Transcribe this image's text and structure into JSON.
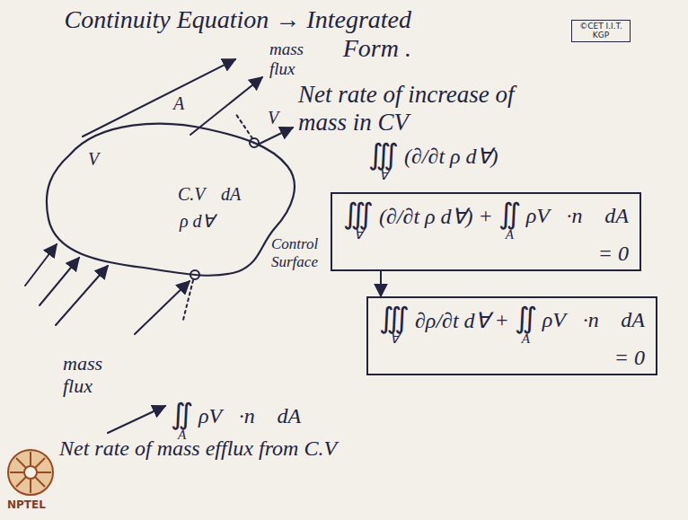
{
  "diagram": {
    "title": "Continuity Equation → Integrated Form .",
    "nodes": [
      {
        "text": [
          "©CET I.I.T. KGP"
        ]
      },
      {
        "text": [
          "C.V",
          "dA",
          "ρ d∀"
        ]
      },
      {
        "text": [
          "∭",
          "∀",
          "(∂/∂t ρ d∀)",
          "+",
          "∬",
          "A",
          "ρV⃗·n⃗ dA",
          "= 0"
        ]
      },
      {
        "text": [
          "∭",
          "∀",
          "∂ρ/∂t d∀",
          "+",
          "∬",
          "A",
          "ρV⃗·n⃗ dA",
          "= 0"
        ]
      }
    ],
    "edges": [
      {
        "from": 2,
        "to": 3,
        "arrow": "to"
      }
    ],
    "labels": [
      "mass flux",
      "Net rate of increase of mass in CV",
      "∭",
      "∀",
      "(∂/∂t ρ d∀)",
      "V",
      "A",
      "V⃗",
      "Control Surface",
      "mass flux",
      "∬",
      "A",
      "ρV⃗·n⃗ dA",
      "Net rate of mass efflux from C.V",
      "NPTEL"
    ]
  }
}
